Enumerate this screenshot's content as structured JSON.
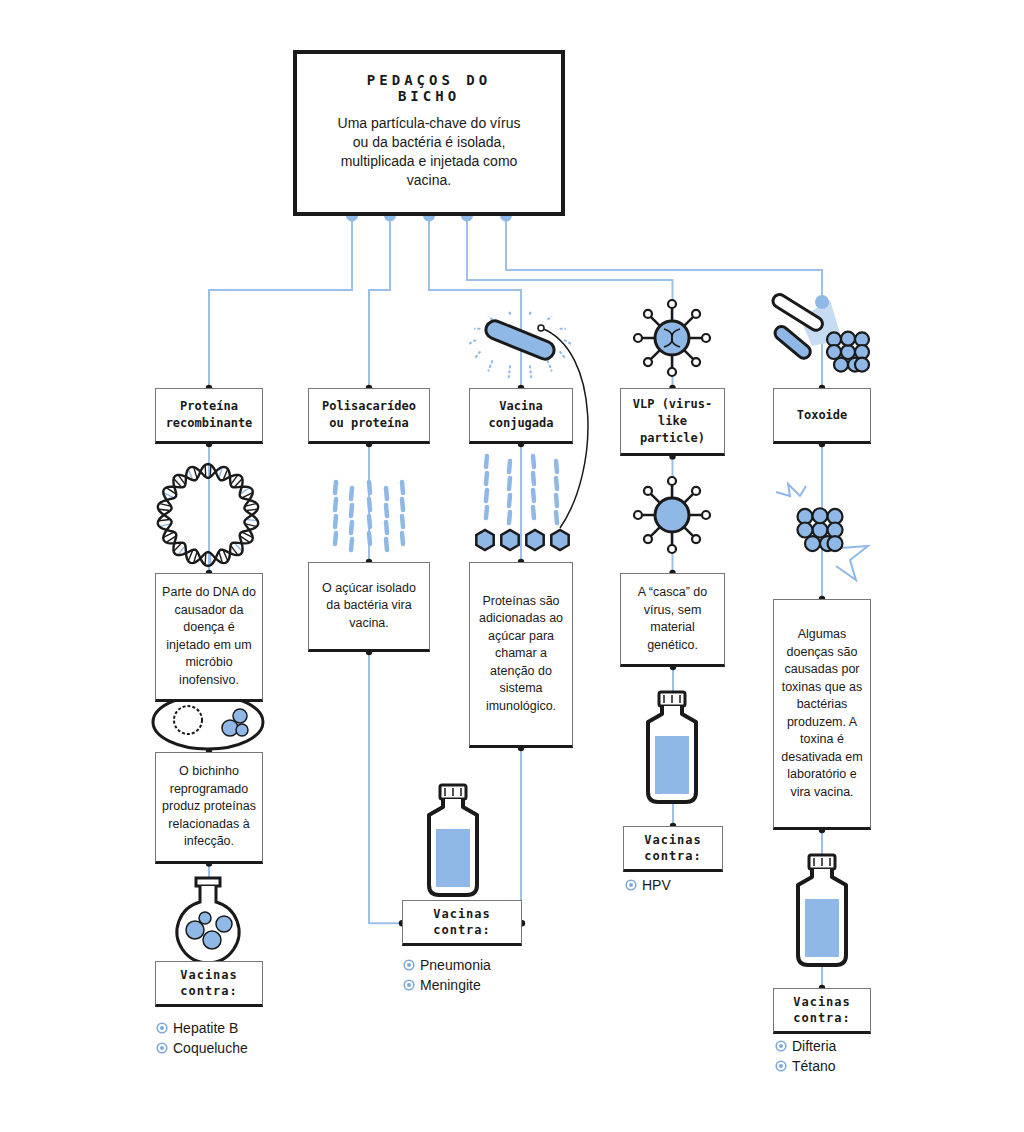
{
  "diagram": {
    "nodes": [
      {
        "text": [
          "PEDAÇOS DO BICHO",
          "Uma partícula-chave do vírus ou da bactéria é isolada, multiplicada e injetada como vacina."
        ]
      },
      {
        "text": [
          "Proteína recombinante"
        ]
      },
      {
        "text": [
          "Polisacarídeo ou proteína"
        ]
      },
      {
        "text": [
          "Vacina conjugada"
        ]
      },
      {
        "text": [
          "VLP (virus-like particle)"
        ]
      },
      {
        "text": [
          "Toxoide"
        ]
      },
      {
        "text": [
          "Parte do DNA do causador da doença é injetado em um micróbio inofensivo."
        ]
      },
      {
        "text": [
          "O bichinho reprogramado produz proteínas relacionadas à infecção."
        ]
      },
      {
        "text": [
          "Vacinas contra:"
        ]
      },
      {
        "text": [
          "O açúcar isolado da bactéria vira vacina."
        ]
      },
      {
        "text": [
          "Proteínas são adicionadas ao açúcar para chamar a atenção do sistema imunológico."
        ]
      },
      {
        "text": [
          "Vacinas contra:"
        ]
      },
      {
        "text": [
          "A “casca” do vírus, sem material genético."
        ]
      },
      {
        "text": [
          "Vacinas contra:"
        ]
      },
      {
        "text": [
          "Algumas doenças são causadas por toxinas que as bactérias produzem. A toxina é desativada em laboratório e vira vacina."
        ]
      },
      {
        "text": [
          "Vacinas contra:"
        ]
      }
    ],
    "edges": [
      {
        "from": 0,
        "to": 1,
        "arrow": "none"
      },
      {
        "from": 0,
        "to": 2,
        "arrow": "none"
      },
      {
        "from": 0,
        "to": 3,
        "arrow": "none"
      },
      {
        "from": 0,
        "to": 4,
        "arrow": "none"
      },
      {
        "from": 0,
        "to": 5,
        "arrow": "none"
      },
      {
        "from": 1,
        "to": 6,
        "arrow": "none"
      },
      {
        "from": 6,
        "to": 7,
        "arrow": "none"
      },
      {
        "from": 7,
        "to": 8,
        "arrow": "none"
      },
      {
        "from": 2,
        "to": 9,
        "arrow": "none"
      },
      {
        "from": 9,
        "to": 11,
        "arrow": "none"
      },
      {
        "from": 3,
        "to": 10,
        "arrow": "none"
      },
      {
        "from": 10,
        "to": 11,
        "arrow": "none"
      },
      {
        "from": 4,
        "to": 12,
        "arrow": "none"
      },
      {
        "from": 12,
        "to": 13,
        "arrow": "none"
      },
      {
        "from": 5,
        "to": 14,
        "arrow": "none"
      },
      {
        "from": 14,
        "to": 15,
        "arrow": "none"
      }
    ],
    "labels": [
      "Hepatite B",
      "Coqueluche",
      "Pneumonia",
      "Meningite",
      "HPV",
      "Difteria",
      "Tétano"
    ]
  }
}
